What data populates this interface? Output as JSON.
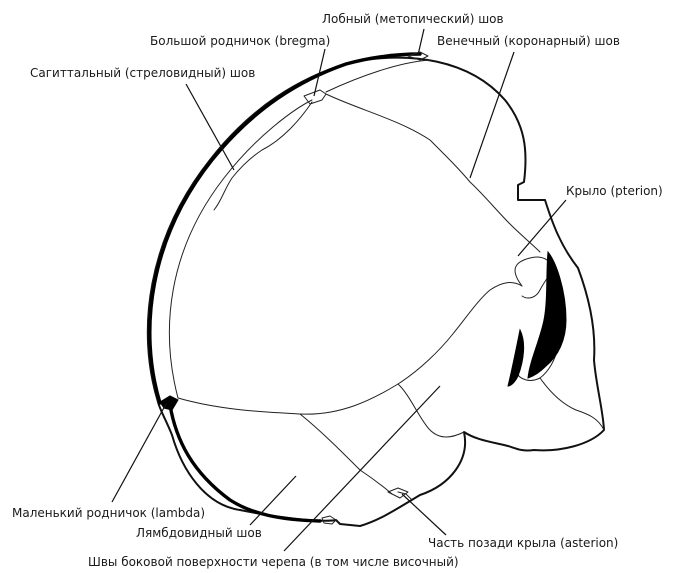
{
  "labels": {
    "metopic": "Лобный (метопический) шов",
    "bregma": "Большой родничок (bregma)",
    "coronal": "Венечный (коронарный) шов",
    "sagittal": "Сагиттальный (стреловидный) шов",
    "pterion": "Крыло (pterion)",
    "lambda": "Маленький родничок (lambda)",
    "lambdoid": "Лямбдовидный шов",
    "asterion": "Часть позади крыла (asterion)",
    "lateral": "Швы боковой поверхности черепа (в том числе височный)"
  }
}
